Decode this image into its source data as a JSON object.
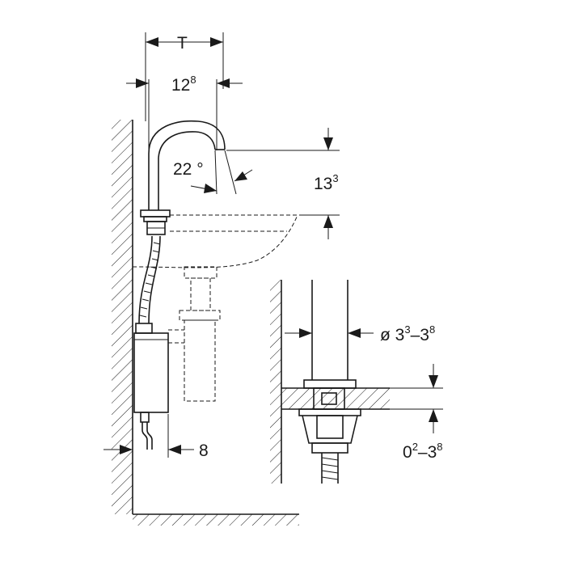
{
  "colors": {
    "line": "#1a1a1a",
    "background": "#ffffff"
  },
  "dimensions": {
    "top_width": "T",
    "spout_reach_main": "12",
    "spout_reach_sup": "8",
    "angle": "22 °",
    "height_main": "13",
    "height_sup": "3",
    "wall_gap": "8",
    "diameter_prefix": "ø 3",
    "diameter_sup1": "3",
    "diameter_mid": "–3",
    "diameter_sup2": "8",
    "thickness_main1": "0",
    "thickness_sup1": "2",
    "thickness_mid": "–3",
    "thickness_sup2": "8"
  }
}
